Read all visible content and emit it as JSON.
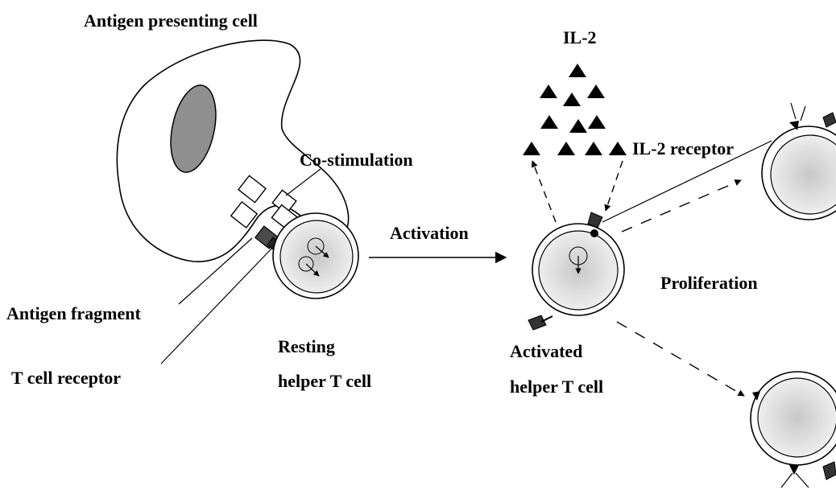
{
  "labels": {
    "apc": "Antigen presenting cell",
    "costim": "Co-stimulation",
    "activation": "Activation",
    "il2": "IL-2",
    "il2_receptor": "IL-2 receptor",
    "proliferation": "Proliferation",
    "antigen_fragment": "Antigen fragment",
    "tcr": "T cell receptor",
    "resting_1": "Resting",
    "resting_2": "helper T cell",
    "activated_1": "Activated",
    "activated_2": "helper T cell"
  },
  "colors": {
    "line": "#000000",
    "cell_fill": "#d9d9d9",
    "nucleus_fill": "#8a8a8a",
    "background": "#ffffff"
  }
}
